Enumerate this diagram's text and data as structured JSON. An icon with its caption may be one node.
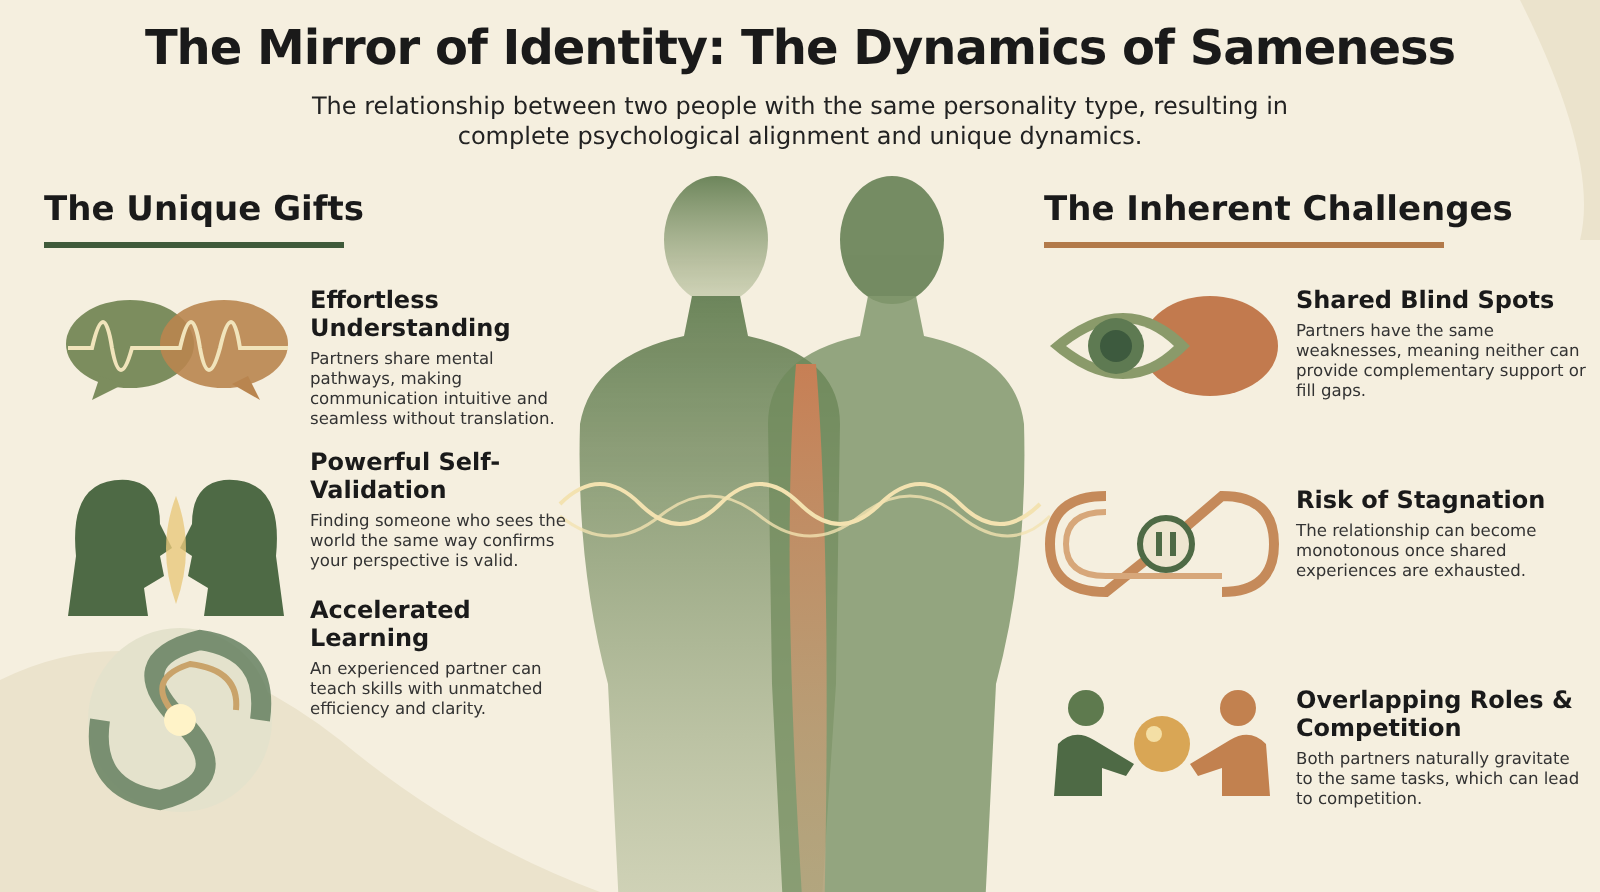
{
  "diagram": {
    "title": "The Mirror of Identity: The Dynamics of Sameness",
    "labels": [
      "The relationship between two people with the same personality type, resulting in complete psychological alignment and unique dynamics.",
      "The Unique Gifts",
      "Effortless Understanding",
      "Partners share mental pathways, making communication intuitive and seamless without translation.",
      "Powerful Self-Validation",
      "Finding someone who sees the world the same way confirms your perspective is valid.",
      "Accelerated Learning",
      "An experienced partner can teach skills with unmatched efficiency and clarity.",
      "The Inherent Challenges",
      "Shared Blind Spots",
      "Partners have the same weaknesses, meaning neither can provide complementary support or fill gaps.",
      "Risk of Stagnation",
      "The relationship can become monotonous once shared experiences are exhausted.",
      "Overlapping Roles & Competition",
      "Both partners naturally gravitate to the same tasks, which can lead to competition."
    ]
  }
}
